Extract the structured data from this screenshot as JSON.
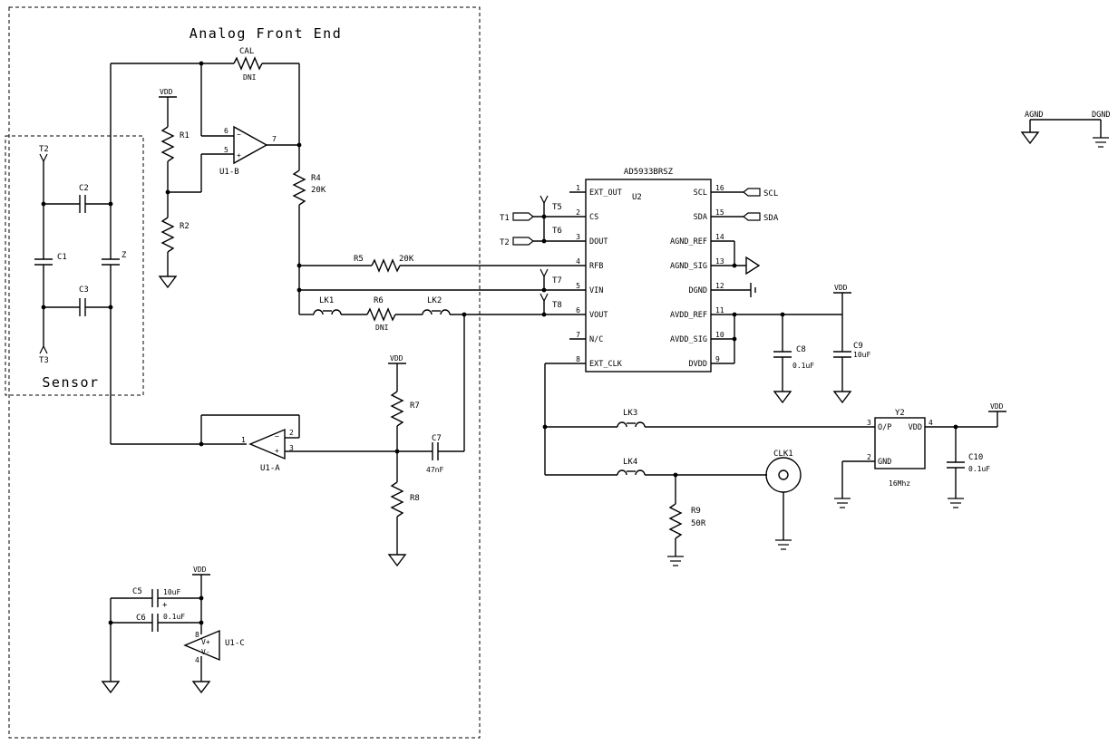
{
  "blocks": {
    "afe_title": "Analog Front End",
    "sensor_title": "Sensor"
  },
  "ic": {
    "part": "AD5933BRSZ",
    "ref": "U2",
    "left_pins": [
      {
        "num": "1",
        "name": "EXT_OUT"
      },
      {
        "num": "2",
        "name": "CS"
      },
      {
        "num": "3",
        "name": "DOUT"
      },
      {
        "num": "4",
        "name": "RFB"
      },
      {
        "num": "5",
        "name": "VIN"
      },
      {
        "num": "6",
        "name": "VOUT"
      },
      {
        "num": "7",
        "name": "N/C"
      },
      {
        "num": "8",
        "name": "EXT_CLK"
      }
    ],
    "right_pins": [
      {
        "num": "16",
        "name": "SCL"
      },
      {
        "num": "15",
        "name": "SDA"
      },
      {
        "num": "14",
        "name": "AGND_REF"
      },
      {
        "num": "13",
        "name": "AGND_SIG"
      },
      {
        "num": "12",
        "name": "DGND"
      },
      {
        "num": "11",
        "name": "AVDD_REF"
      },
      {
        "num": "10",
        "name": "AVDD_SIG"
      },
      {
        "num": "9",
        "name": "DVDD"
      }
    ]
  },
  "nets": {
    "vdd": "VDD",
    "scl": "SCL",
    "sda": "SDA",
    "agnd": "AGND",
    "dgnd": "DGND"
  },
  "test_points": {
    "t1": "T1",
    "t2": "T2",
    "t3": "T3",
    "t5": "T5",
    "t6": "T6",
    "t7": "T7",
    "t8": "T8"
  },
  "components": {
    "cal": {
      "ref": "CAL",
      "value": "DNI"
    },
    "r1": {
      "ref": "R1"
    },
    "r2": {
      "ref": "R2"
    },
    "r4": {
      "ref": "R4",
      "value": "20K"
    },
    "r5": {
      "ref": "R5",
      "value": "20K"
    },
    "r6": {
      "ref": "R6",
      "value": "DNI"
    },
    "r7": {
      "ref": "R7"
    },
    "r8": {
      "ref": "R8"
    },
    "r9": {
      "ref": "R9",
      "value": "50R"
    },
    "c1": {
      "ref": "C1"
    },
    "c2": {
      "ref": "C2"
    },
    "c3": {
      "ref": "C3"
    },
    "z": {
      "ref": "Z"
    },
    "c5": {
      "ref": "C5",
      "value": "10uF"
    },
    "c6": {
      "ref": "C6",
      "value": "0.1uF"
    },
    "c7": {
      "ref": "C7",
      "value": "47nF"
    },
    "c8": {
      "ref": "C8",
      "value": "0.1uF"
    },
    "c9": {
      "ref": "C9",
      "value": "10uF"
    },
    "c10": {
      "ref": "C10",
      "value": "0.1uF"
    },
    "lk1": {
      "ref": "LK1"
    },
    "lk2": {
      "ref": "LK2"
    },
    "lk3": {
      "ref": "LK3"
    },
    "lk4": {
      "ref": "LK4"
    },
    "u1a": {
      "ref": "U1-A",
      "pins": [
        "1",
        "2",
        "3"
      ]
    },
    "u1b": {
      "ref": "U1-B",
      "pins": [
        "6",
        "5",
        "7"
      ]
    },
    "u1c": {
      "ref": "U1-C",
      "pins": [
        "8",
        "4"
      ],
      "rails": [
        "V+",
        "V-"
      ]
    },
    "clk1": {
      "ref": "CLK1"
    },
    "y2": {
      "ref": "Y2",
      "value": "16Mhz",
      "pins": [
        {
          "num": "3",
          "name": "O/P"
        },
        {
          "num": "2",
          "name": "GND"
        },
        {
          "num": "4",
          "name": "VDD"
        }
      ]
    }
  },
  "symbols": {
    "plus": "+",
    "minus": "−"
  }
}
